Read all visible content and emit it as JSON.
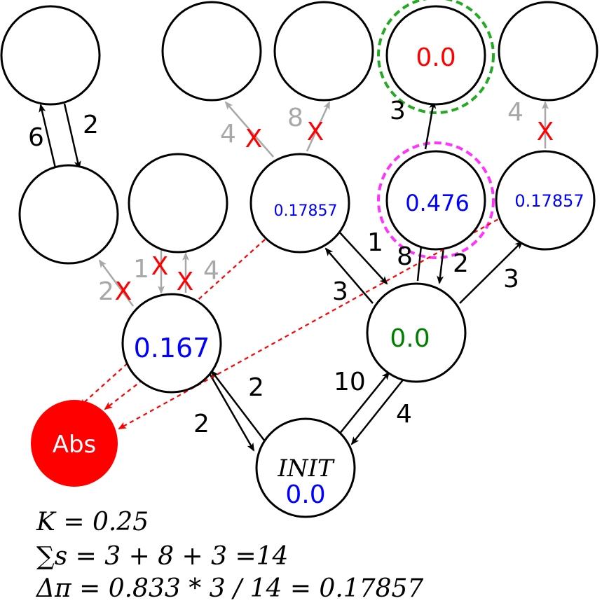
{
  "nodes": {
    "init_title": "INIT",
    "init_value": "0.0",
    "center_value": "0.0",
    "left_value": "0.167",
    "mid_value": "0.17857",
    "pink_value": "0.476",
    "right_value": "0.17857",
    "green_value": "0.0",
    "absorbing": "Abs"
  },
  "edge_labels": {
    "init_to_left": "2",
    "left_to_init": "2",
    "init_to_center": "10",
    "center_to_init": "4",
    "center_to_mid": "3",
    "mid_to_center": "1",
    "center_to_pink": "8",
    "pink_to_center": "2",
    "center_to_right": "3",
    "pink_to_green": "3",
    "right_to_top": "4",
    "mid_to_topA": "4",
    "mid_to_topB": "8",
    "left_to_farleft": "2",
    "left_to_lefttop": "1",
    "lefttop_to_left": "4",
    "lowleft_to_topleft": "6",
    "topleft_to_lowleft": "2"
  },
  "blocked_mark": "X",
  "formulas": {
    "k": "K = 0.25",
    "sum": "∑s = 3 + 8 + 3 =14",
    "delta": "Δπ = 0.833 * 3 / 14 = 0.17857"
  },
  "colors": {
    "blue": "#0000ff",
    "green": "#008000",
    "red": "#ff0000",
    "gray": "#a8a8a8",
    "magenta_highlight": "#ff33ff",
    "green_highlight": "#22aa22"
  }
}
